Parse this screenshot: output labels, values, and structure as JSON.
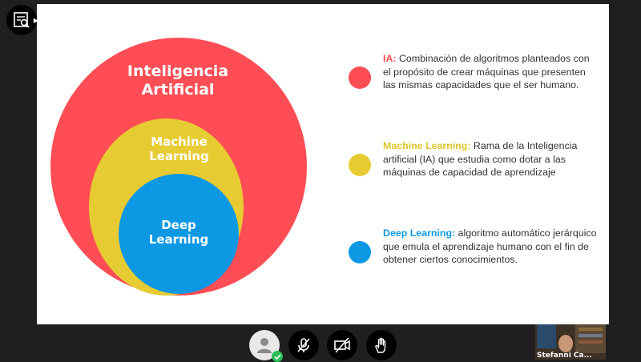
{
  "slide": {
    "circles": {
      "ia": {
        "line1": "Inteligencia",
        "line2": "Artificial"
      },
      "ml": {
        "line1": "Machine",
        "line2": "Learning"
      },
      "dl": {
        "line1": "Deep",
        "line2": "Learning"
      }
    },
    "definitions": [
      {
        "term": "IA:",
        "text": " Combinación de algoritmos planteados con el propósito de crear máquinas que presenten las mismas capacidades que el ser humano."
      },
      {
        "term": "Machine Learning:",
        "text": " Rama de la Inteligencia artificial (IA) que estudia como dotar a las máquinas de capacidad de aprendizaje"
      },
      {
        "term": "Deep Learning:",
        "text": " algoritmo automático jerárquico que emula el aprendizaje humano con el fin de obtener ciertos conocimientos."
      }
    ],
    "colors": {
      "ia": "#fe4d55",
      "ml": "#e7cb32",
      "dl": "#0d98e3"
    }
  },
  "controls": {
    "icons": [
      "view-icon",
      "user-icon",
      "mic-off-icon",
      "camera-off-icon",
      "raise-hand-icon"
    ]
  },
  "participant": {
    "name": "Stefanni Ca..."
  }
}
